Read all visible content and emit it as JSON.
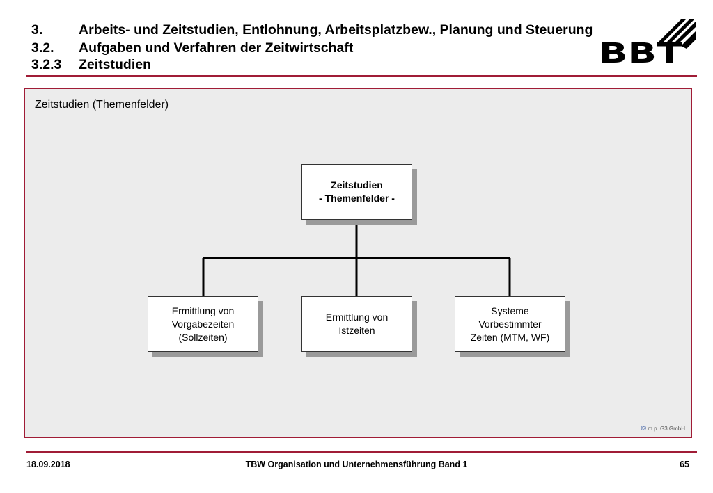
{
  "header": {
    "lines": [
      {
        "number": "3.",
        "text": "Arbeits- und Zeitstudien, Entlohnung, Arbeitsplatzbew., Planung und Steuerung"
      },
      {
        "number": "3.2.",
        "text": "Aufgaben und Verfahren der Zeitwirtschaft"
      },
      {
        "number": "3.2.3",
        "text": "Zeitstudien"
      }
    ],
    "logo_text": "BBT"
  },
  "panel": {
    "title": "Zeitstudien (Themenfelder)",
    "copyright_symbol": "©",
    "copyright": "m.p. G3 GmbH"
  },
  "diagram": {
    "root": "Zeitstudien\n- Themenfelder -",
    "children": [
      "Ermittlung von\nVorgabezeiten\n(Sollzeiten)",
      "Ermittlung von\nIstzeiten",
      "Systeme\nVorbestimmter\nZeiten (MTM, WF)"
    ]
  },
  "colors": {
    "accent": "#a01c36",
    "panel_bg": "#ececec",
    "shadow": "#9a9a9a"
  },
  "footer": {
    "date": "18.09.2018",
    "title": "TBW Organisation und Unternehmensführung Band 1",
    "page": "65"
  }
}
